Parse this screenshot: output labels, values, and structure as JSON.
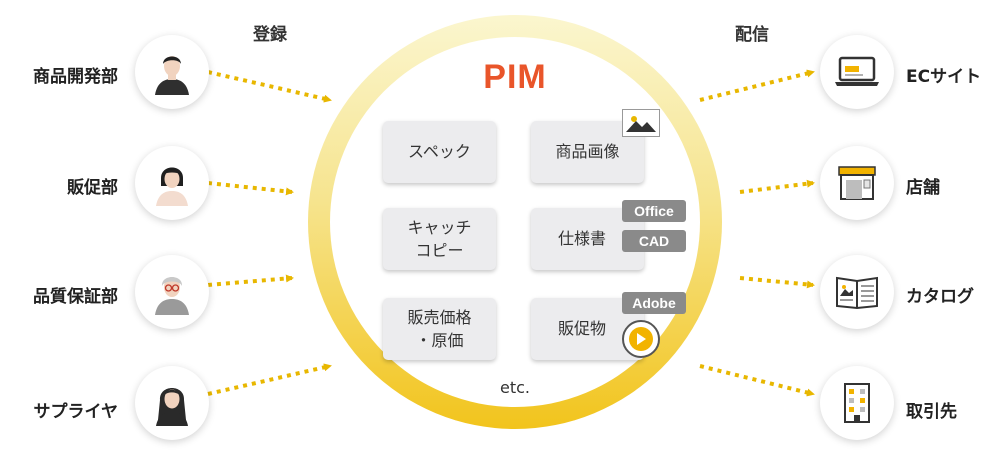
{
  "headers": {
    "register": "登録",
    "distribute": "配信"
  },
  "center": {
    "title": "PIM",
    "cards": [
      {
        "label": "スペック"
      },
      {
        "label": "商品画像"
      },
      {
        "label": "キャッチ\nコピー"
      },
      {
        "label": "仕様書"
      },
      {
        "label": "販売価格\n・原価"
      },
      {
        "label": "販促物"
      }
    ],
    "badges": {
      "office": "Office",
      "cad": "CAD",
      "adobe": "Adobe"
    },
    "etc": "etc."
  },
  "sources": [
    {
      "label": "商品開発部",
      "icon": "person-man-icon"
    },
    {
      "label": "販促部",
      "icon": "person-woman-bob-icon"
    },
    {
      "label": "品質保証部",
      "icon": "person-elder-glasses-icon"
    },
    {
      "label": "サプライヤ",
      "icon": "person-woman-long-hair-icon"
    }
  ],
  "targets": [
    {
      "label": "ECサイト",
      "icon": "laptop-icon"
    },
    {
      "label": "店舗",
      "icon": "storefront-icon"
    },
    {
      "label": "カタログ",
      "icon": "catalog-book-icon"
    },
    {
      "label": "取引先",
      "icon": "office-building-icon"
    }
  ],
  "colors": {
    "accent": "#e9552a",
    "ring": "#f2c41c",
    "arrow": "#e8b700",
    "card": "#ececee",
    "badge": "#8a8a8a"
  }
}
